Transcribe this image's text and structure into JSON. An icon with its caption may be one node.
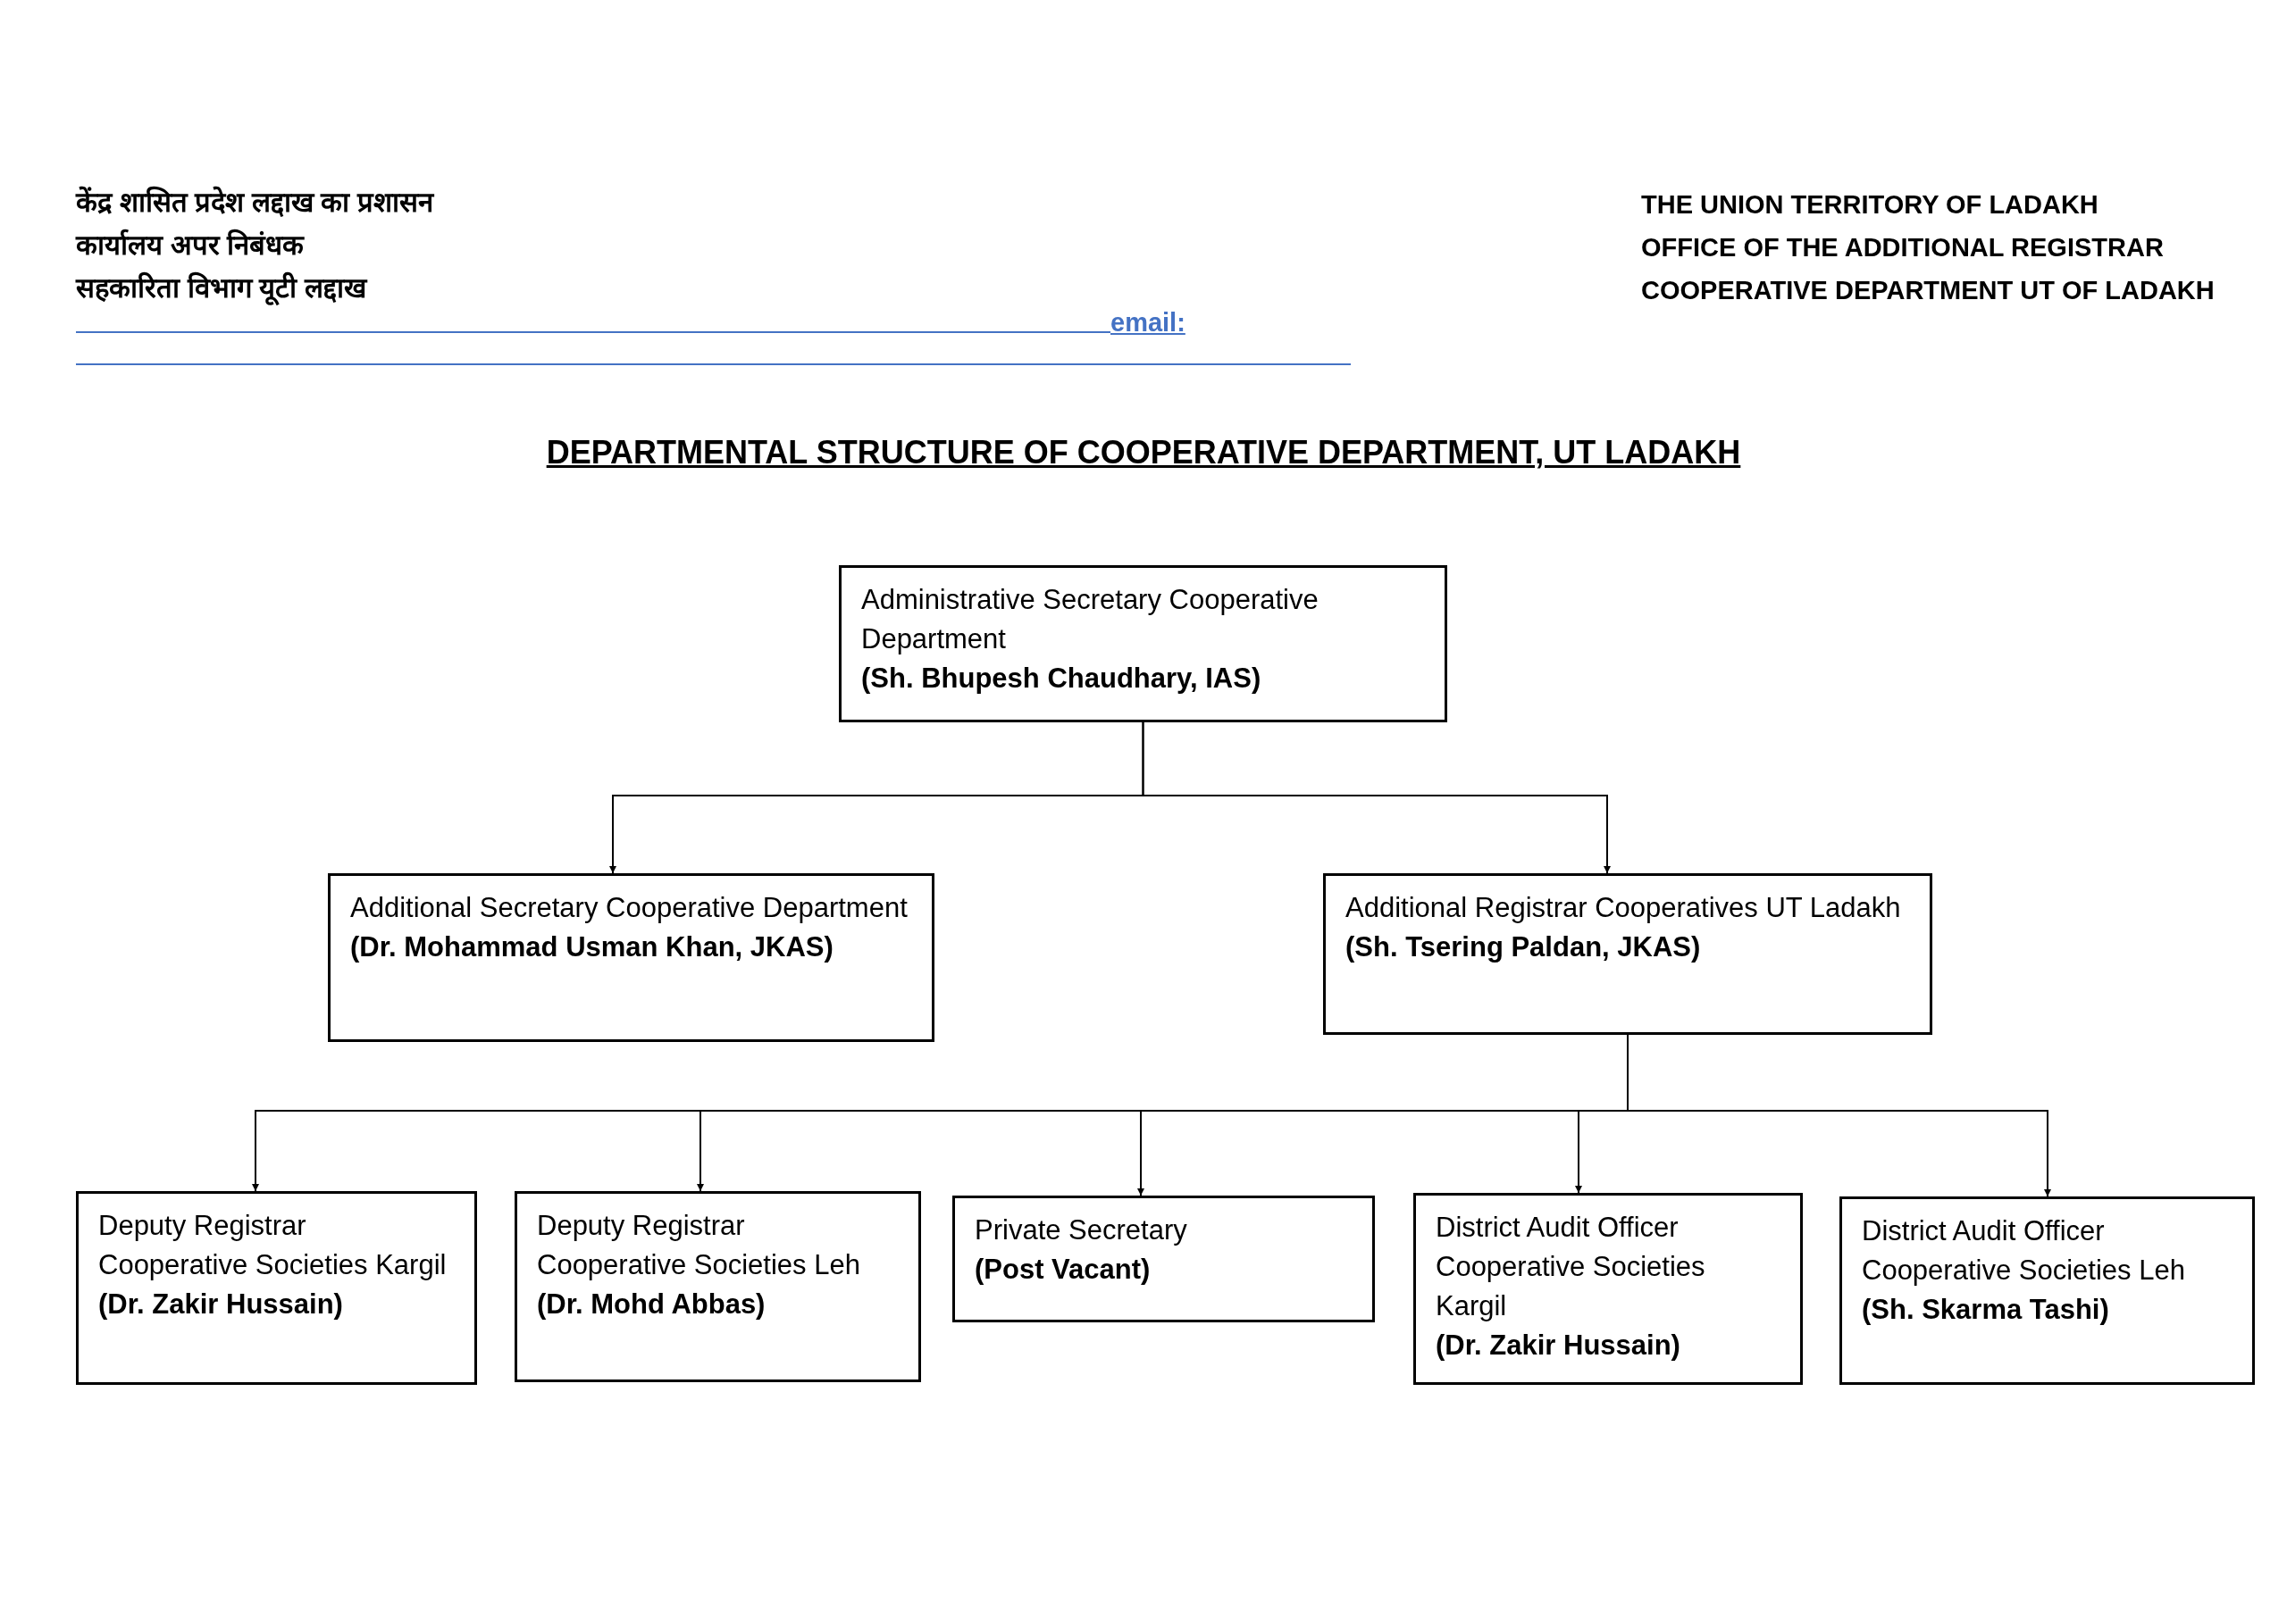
{
  "diagram": {
    "title": "DEPARTMENTAL STRUCTURE OF COOPERATIVE DEPARTMENT, UT LADAKH",
    "nodes": [
      {
        "text": [
          "Administrative Secretary Cooperative Department",
          "(Sh. Bhupesh Chaudhary, IAS)"
        ]
      },
      {
        "text": [
          "Additional Secretary Cooperative Department",
          "(Dr. Mohammad Usman Khan, JKAS)"
        ]
      },
      {
        "text": [
          "Additional Registrar Cooperatives UT Ladakh",
          "(Sh. Tsering Paldan, JKAS)"
        ]
      },
      {
        "text": [
          "Deputy Registrar Cooperative Societies Kargil",
          "(Dr. Zakir Hussain)"
        ]
      },
      {
        "text": [
          "Deputy Registrar Cooperative Societies Leh",
          "(Dr. Mohd Abbas)"
        ]
      },
      {
        "text": [
          "Private Secretary",
          "(Post Vacant)"
        ]
      },
      {
        "text": [
          "District Audit Officer Cooperative Societies Kargil",
          "(Dr. Zakir Hussain)"
        ]
      },
      {
        "text": [
          "District Audit Officer Cooperative Societies Leh",
          "(Sh. Skarma Tashi)"
        ]
      }
    ],
    "edges": [
      {
        "from": 0,
        "to": 1,
        "arrow": "to"
      },
      {
        "from": 0,
        "to": 2,
        "arrow": "to"
      },
      {
        "from": 2,
        "to": 3,
        "arrow": "to"
      },
      {
        "from": 2,
        "to": 4,
        "arrow": "to"
      },
      {
        "from": 2,
        "to": 5,
        "arrow": "to"
      },
      {
        "from": 2,
        "to": 6,
        "arrow": "to"
      },
      {
        "from": 2,
        "to": 7,
        "arrow": "to"
      }
    ],
    "labels": [
      "केंद्र शासित प्रदेश लद्दाख का प्रशासन",
      "कार्यालय अपर निबंधक",
      "सहकारिता विभाग यूटी लद्दाख",
      "THE UNION TERRITORY OF LADAKH",
      "OFFICE OF THE ADDITIONAL REGISTRAR",
      "COOPERATIVE DEPARTMENT UT OF LADAKH",
      "email:"
    ]
  }
}
